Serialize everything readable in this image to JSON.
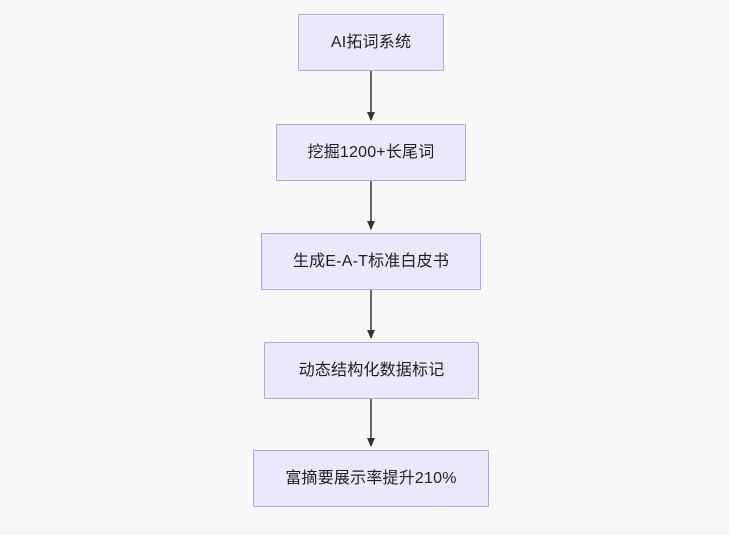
{
  "diagram": {
    "type": "flowchart",
    "orientation": "top-to-bottom",
    "background_color": "#f8f8f8",
    "node_fill_color": "#ece8fb",
    "node_border_color": "#b9a4e3",
    "node_text_color": "#1f1f1f",
    "connector_color": "#666666",
    "arrowhead_color": "#333333",
    "nodes": [
      {
        "id": "node-0",
        "label": "AI拓词系统"
      },
      {
        "id": "node-1",
        "label": "挖掘1200+长尾词"
      },
      {
        "id": "node-2",
        "label": "生成E-A-T标准白皮书"
      },
      {
        "id": "node-3",
        "label": "动态结构化数据标记"
      },
      {
        "id": "node-4",
        "label": "富摘要展示率提升210%"
      }
    ],
    "edges": [
      {
        "id": "edge-0",
        "from": "node-0",
        "to": "node-1",
        "label": ""
      },
      {
        "id": "edge-1",
        "from": "node-1",
        "to": "node-2",
        "label": ""
      },
      {
        "id": "edge-2",
        "from": "node-2",
        "to": "node-3",
        "label": ""
      },
      {
        "id": "edge-3",
        "from": "node-3",
        "to": "node-4",
        "label": ""
      }
    ]
  }
}
